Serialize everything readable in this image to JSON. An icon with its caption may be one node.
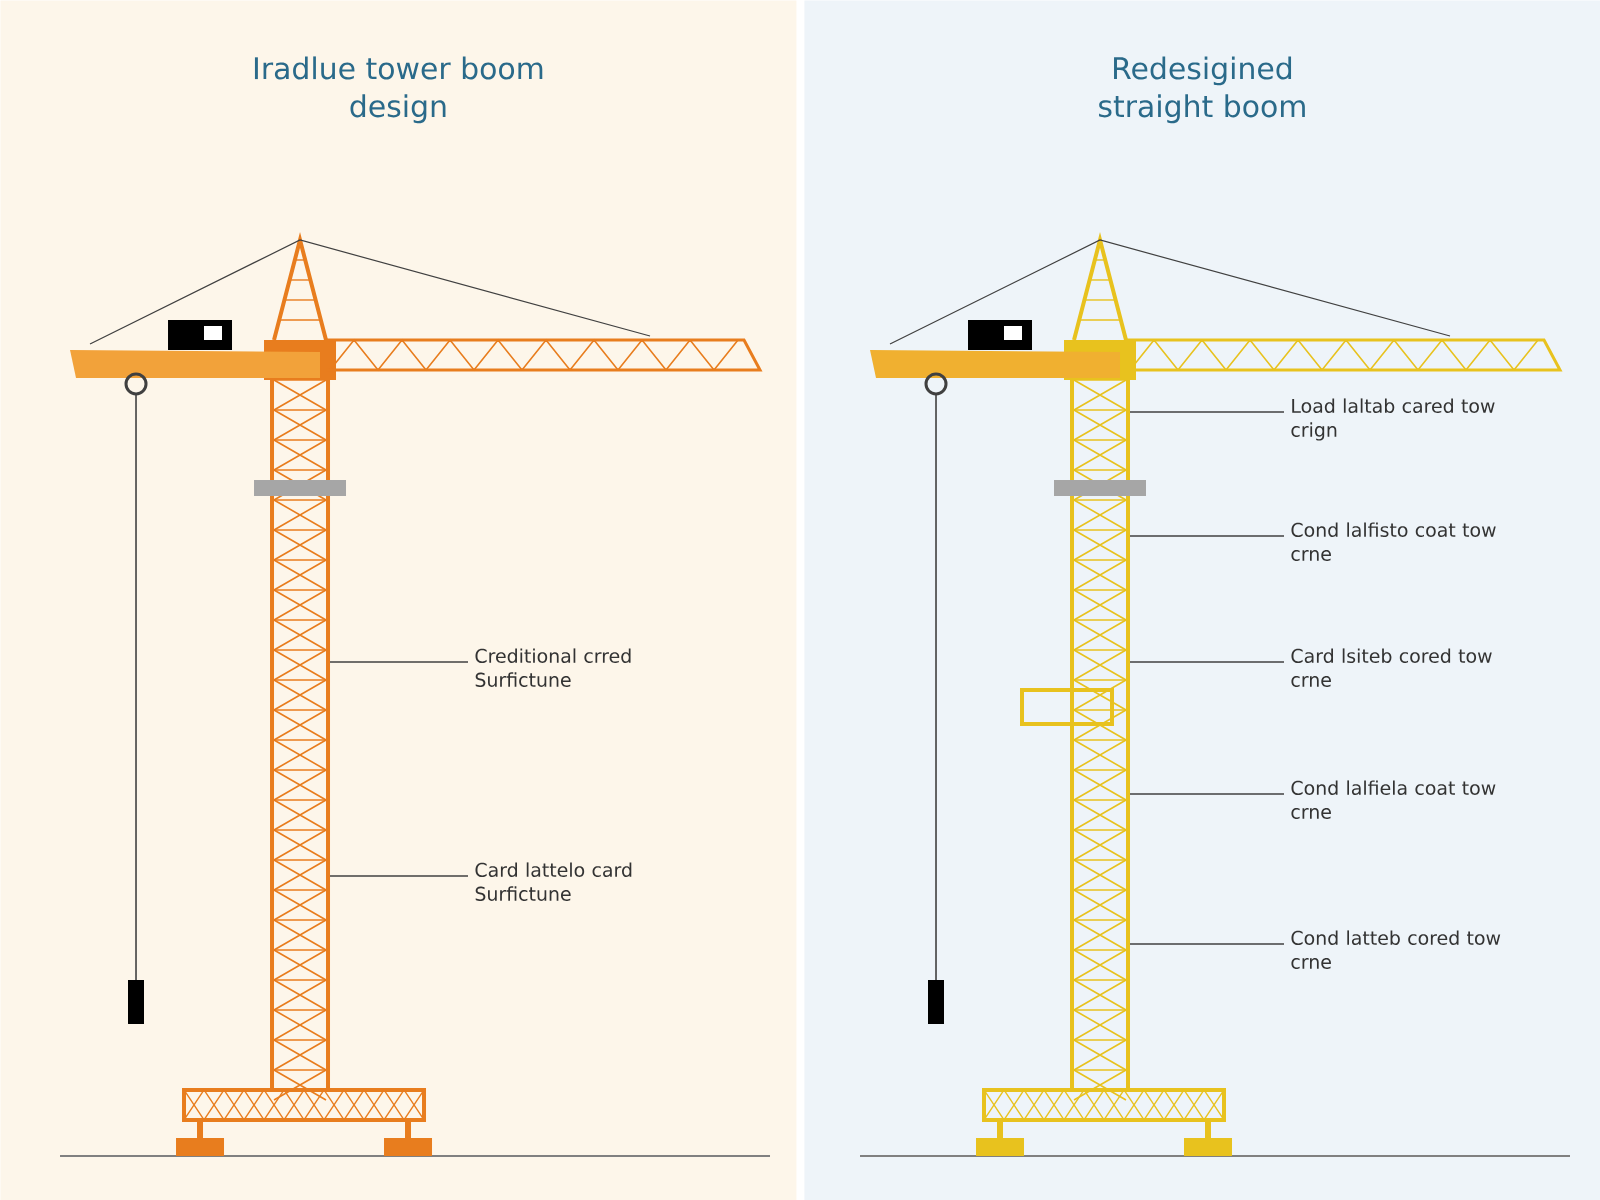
{
  "diagram": {
    "nodes": [
      {
        "text": [
          "Iradlue tower boom design"
        ]
      },
      {
        "text": [],
        "shape": "picture",
        "in": 0
      },
      {
        "text": [
          "Creditional crred Surfictune"
        ],
        "in": 0
      },
      {
        "text": [
          "Card lattelo card Surfictune"
        ],
        "in": 0
      },
      {
        "text": [
          "Redesigined straight boom"
        ]
      },
      {
        "text": [],
        "shape": "picture",
        "in": 4
      },
      {
        "text": [
          "Load laltab cared tow crign"
        ],
        "in": 4
      },
      {
        "text": [
          "Cond lalfisto coat tow crne"
        ],
        "in": 4
      },
      {
        "text": [
          "Card lsiteb cored tow crne"
        ],
        "in": 4
      },
      {
        "text": [
          "Cond lalfiela coat tow crne"
        ],
        "in": 4
      },
      {
        "text": [
          "Cond latteb cored tow crne"
        ],
        "in": 4
      }
    ],
    "edges": [
      {
        "from": 2,
        "to": 1,
        "arrow": "none"
      },
      {
        "from": 3,
        "to": 1,
        "arrow": "none"
      },
      {
        "from": 6,
        "to": 5,
        "arrow": "none"
      },
      {
        "from": 7,
        "to": 5,
        "arrow": "none"
      },
      {
        "from": 8,
        "to": 5,
        "arrow": "none"
      },
      {
        "from": 9,
        "to": 5,
        "arrow": "none"
      },
      {
        "from": 10,
        "to": 5,
        "arrow": "none"
      }
    ]
  }
}
